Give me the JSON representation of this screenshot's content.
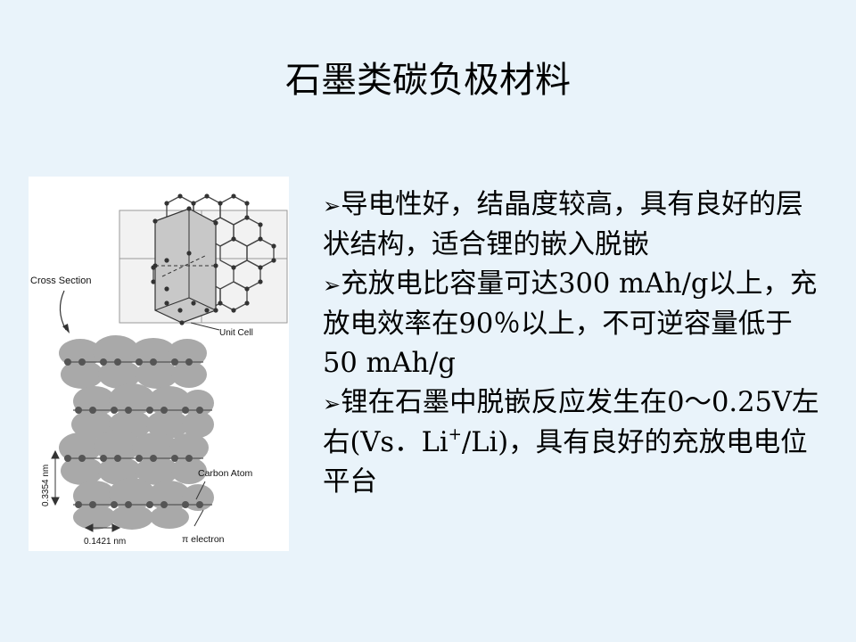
{
  "slide": {
    "title": "石墨类碳负极材料",
    "bullets": [
      {
        "text": "导电性好，结晶度较高，具有良好的层状结构，适合锂的嵌入脱嵌"
      },
      {
        "text": "充放电比容量可达300 mAh/g以上，充放电效率在90％以上，不可逆容量低于50  mAh/g"
      },
      {
        "pre": "锂在石墨中脱嵌反应发生在0～0.25V左右(Vs．Li",
        "sup": "+",
        "post": "/Li)，具有良好的充放电电位平台"
      }
    ],
    "bullet_glyph": "➢"
  },
  "figure": {
    "label_cross_section": "Cross Section",
    "label_unit_cell": "Unit Cell",
    "label_carbon_atom": "Carbon Atom",
    "label_interlayer": "0.3354 nm",
    "label_bond": "0.1421 nm",
    "label_electron": "π electron"
  }
}
